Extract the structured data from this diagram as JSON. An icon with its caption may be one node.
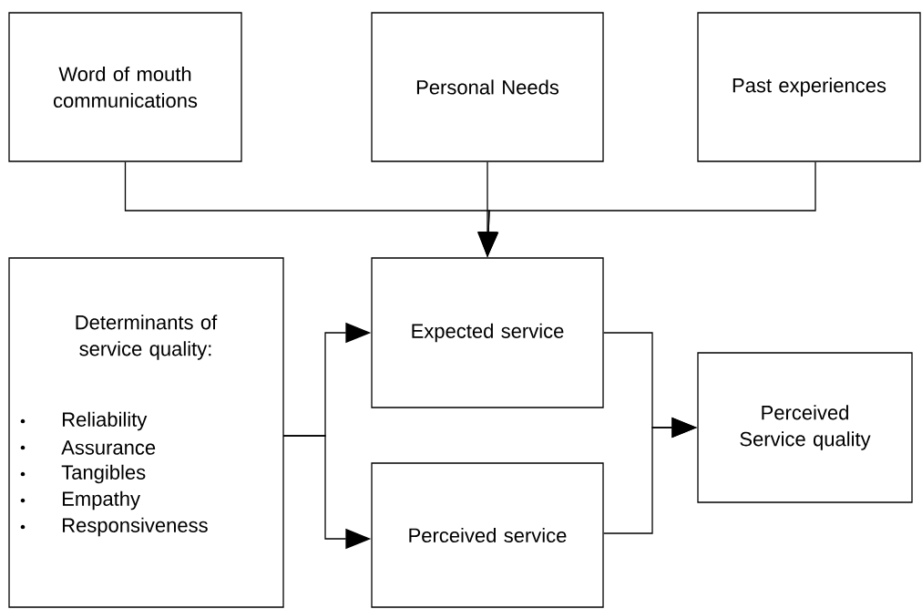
{
  "diagram": {
    "nodes": [
      {
        "text": [
          "Word of mouth communications"
        ]
      },
      {
        "text": [
          "Personal Needs"
        ]
      },
      {
        "text": [
          "Past experiences"
        ]
      },
      {
        "text": [
          "Determinants of service quality:",
          "Reliability",
          "Assurance",
          "Tangibles",
          "Empathy",
          "Responsiveness"
        ]
      },
      {
        "text": [
          "Expected service"
        ]
      },
      {
        "text": [
          "Perceived service"
        ]
      },
      {
        "text": [
          "Perceived Service quality"
        ]
      }
    ],
    "edges": [
      {
        "from": 0,
        "to": 4,
        "arrow": "to"
      },
      {
        "from": 1,
        "to": 4,
        "arrow": "to"
      },
      {
        "from": 2,
        "to": 4,
        "arrow": "to"
      },
      {
        "from": 3,
        "to": 4,
        "arrow": "to"
      },
      {
        "from": 3,
        "to": 5,
        "arrow": "to"
      },
      {
        "from": 4,
        "to": 6,
        "arrow": "to"
      },
      {
        "from": 5,
        "to": 6,
        "arrow": "to"
      }
    ]
  }
}
